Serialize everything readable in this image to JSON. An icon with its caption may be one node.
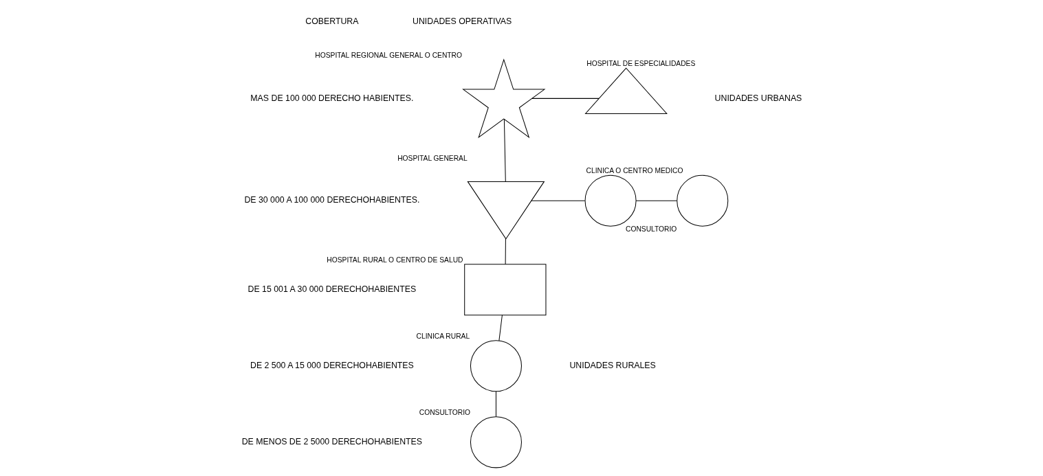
{
  "diagram": {
    "nodes": [
      {
        "text": [],
        "shape": "star",
        "beside": [
          "HOSPITAL REGIONAL GENERAL O CENTRO"
        ]
      },
      {
        "text": [],
        "shape": "triangle",
        "beside": [
          "HOSPITAL DE ESPECIALIDADES"
        ]
      },
      {
        "text": [],
        "shape": "invtriangle",
        "beside": [
          "HOSPITAL GENERAL"
        ]
      },
      {
        "text": [],
        "shape": "circle",
        "beside": [
          "CLINICA O CENTRO MEDICO"
        ]
      },
      {
        "text": [],
        "shape": "circle",
        "beside": [
          "CONSULTORIO"
        ]
      },
      {
        "text": [],
        "shape": "box",
        "beside": [
          "HOSPITAL RURAL O CENTRO DE SALUD"
        ]
      },
      {
        "text": [],
        "shape": "circle",
        "beside": [
          "CLINICA RURAL"
        ]
      },
      {
        "text": [],
        "shape": "circle",
        "beside": [
          "CONSULTORIO"
        ]
      }
    ],
    "edges": [
      {
        "from": 0,
        "to": 1,
        "arrow": "none"
      },
      {
        "from": 0,
        "to": 2,
        "arrow": "none"
      },
      {
        "from": 2,
        "to": 3,
        "arrow": "none"
      },
      {
        "from": 3,
        "to": 4,
        "arrow": "none"
      },
      {
        "from": 2,
        "to": 5,
        "arrow": "none"
      },
      {
        "from": 5,
        "to": 6,
        "arrow": "none"
      },
      {
        "from": 6,
        "to": 7,
        "arrow": "none"
      }
    ],
    "labels": [
      "COBERTURA",
      "UNIDADES OPERATIVAS",
      "MAS DE 100 000 DERECHO HABIENTES.",
      "UNIDADES URBANAS",
      "DE 30 000 A 100 000 DERECHOHABIENTES.",
      "DE 15 001 A 30 000 DERECHOHABIENTES",
      "UNIDADES RURALES",
      "DE 2 500 A 15 000 DERECHOHABIENTES",
      "DE MENOS DE 2 5000 DERECHOHABIENTES"
    ]
  }
}
